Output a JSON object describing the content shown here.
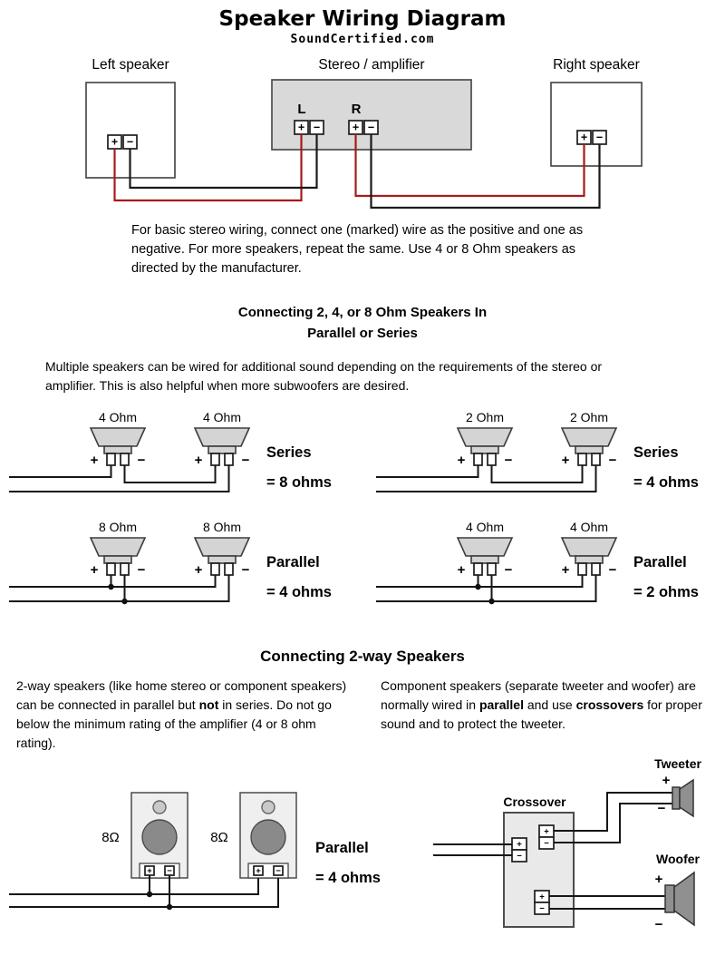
{
  "glyphs": {
    "plus": "+",
    "minus": "−"
  },
  "header": {
    "title": "Speaker Wiring Diagram",
    "subtitle": "SoundCertified.com"
  },
  "basic": {
    "left_speaker_label": "Left speaker",
    "amp_label": "Stereo / amplifier",
    "right_speaker_label": "Right speaker",
    "left_channel": "L",
    "right_channel": "R",
    "caption": "For basic stereo wiring, connect one (marked) wire as the positive and one as negative. For more speakers, repeat the same. Use 4 or 8 Ohm speakers as directed by the manufacturer.",
    "wire_colors": {
      "positive": "#a81a1a",
      "negative": "#1a1a1a"
    }
  },
  "series_parallel": {
    "heading_line1": "Connecting 2, 4, or 8 Ohm Speakers In",
    "heading_line2": "Parallel or Series",
    "intro": "Multiple speakers can be wired for additional sound depending on the requirements of the stereo or amplifier. This is also helpful when more subwoofers are desired.",
    "diagrams": [
      {
        "speaker1": "4 Ohm",
        "speaker2": "4 Ohm",
        "mode": "Series",
        "result": "= 8 ohms"
      },
      {
        "speaker1": "2 Ohm",
        "speaker2": "2 Ohm",
        "mode": "Series",
        "result": "= 4 ohms"
      },
      {
        "speaker1": "8 Ohm",
        "speaker2": "8 Ohm",
        "mode": "Parallel",
        "result": "= 4 ohms"
      },
      {
        "speaker1": "4 Ohm",
        "speaker2": "4 Ohm",
        "mode": "Parallel",
        "result": "= 2 ohms"
      }
    ]
  },
  "two_way": {
    "heading": "Connecting 2-way Speakers",
    "left_text": {
      "p1": "2-way speakers (like home stereo or component speakers) can be connected in parallel but ",
      "b1": "not",
      "p2": " in series. Do not go below the minimum rating of the amplifier (4 or 8 ohm rating)."
    },
    "right_text": {
      "p1": "Component speakers (separate tweeter and woofer) are normally wired in ",
      "b1": "parallel",
      "p2": " and use ",
      "b2": "crossovers",
      "p3": " for proper sound and to protect the tweeter."
    },
    "parallel_example": {
      "speaker1": "8Ω",
      "speaker2": "8Ω",
      "mode": "Parallel",
      "result": "= 4 ohms"
    },
    "crossover_example": {
      "crossover_label": "Crossover",
      "tweeter_label": "Tweeter",
      "woofer_label": "Woofer"
    }
  }
}
